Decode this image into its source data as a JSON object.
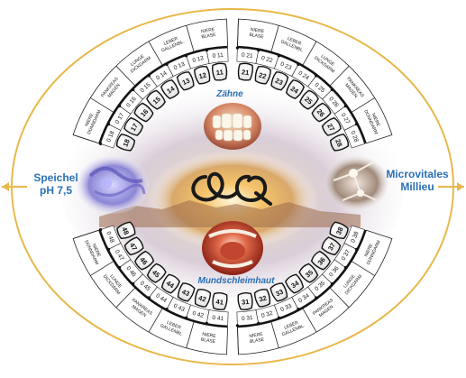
{
  "center": {
    "logo_text": "LQ"
  },
  "labels": {
    "zaehne": "Zähne",
    "mundschleimhaut": "Mundschleimhaut",
    "speichel_line1": "Speichel",
    "speichel_line2": "pH 7,5",
    "micro_line1": "Microvitales",
    "micro_line2": "Millieu"
  },
  "colors": {
    "outline": "#e8b84a",
    "label_blue": "#2a6fb6",
    "band_black": "#111111",
    "glow": "#f5c46a"
  },
  "quadrants": {
    "upper_left": {
      "teeth": [
        "18",
        "17",
        "16",
        "15",
        "14",
        "13",
        "12",
        "11"
      ],
      "sub": [
        "0 18",
        "0 17",
        "0 16",
        "0 15",
        "0 14",
        "0 13",
        "0 12",
        "0 11"
      ],
      "organs": [
        "NIERE DÜNNDARM",
        "PANKREAS MAGEN",
        "LUNGE DICKDARM",
        "LEBER GALLENBL.",
        "NIERE BLASE"
      ]
    },
    "upper_right": {
      "teeth": [
        "21",
        "22",
        "23",
        "24",
        "25",
        "26",
        "27",
        "28"
      ],
      "sub": [
        "0 21",
        "0 22",
        "0 23",
        "0 24",
        "0 25",
        "0 26",
        "0 27",
        "0 28"
      ],
      "organs": [
        "NIERE BLASE",
        "LEBER GALLENBL.",
        "LUNGE DICKDARM",
        "PANKREAS MAGEN",
        "NIERE DÜNNDARM"
      ]
    },
    "lower_left": {
      "teeth": [
        "48",
        "47",
        "46",
        "45",
        "44",
        "43",
        "42",
        "41"
      ],
      "sub": [
        "0 48",
        "0 47",
        "0 46",
        "0 45",
        "0 44",
        "0 43",
        "0 42",
        "0 41"
      ],
      "organs": [
        "NIERE DÜNNDARM",
        "LUNGE DICKDARM",
        "PANKREAS MAGEN",
        "LEBER GALLENBL.",
        "NIERE BLASE"
      ]
    },
    "lower_right": {
      "teeth": [
        "31",
        "32",
        "33",
        "34",
        "35",
        "36",
        "37",
        "38"
      ],
      "sub": [
        "0 31",
        "0 32",
        "0 33",
        "0 34",
        "0 35",
        "0 36",
        "0 37",
        "0 38"
      ],
      "organs": [
        "NIERE BLASE",
        "LEBER GALLENBL.",
        "PANKREAS MAGEN",
        "LUNGE DICKDARM",
        "NIERE DÜNNDARM"
      ]
    }
  }
}
